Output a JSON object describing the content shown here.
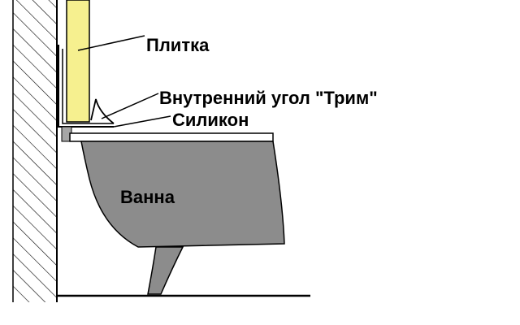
{
  "labels": {
    "tile": "Плитка",
    "trim_corner": "Внутренний угол \"Трим\"",
    "silicone": "Силикон",
    "bathtub": "Ванна"
  },
  "colors": {
    "tile_fill": "#F6F08F",
    "bath_fill": "#8C8C8C",
    "silicone_fill": "#A6A6A6",
    "wall_hatch": "#000000",
    "line": "#000000",
    "background": "#FFFFFF"
  }
}
